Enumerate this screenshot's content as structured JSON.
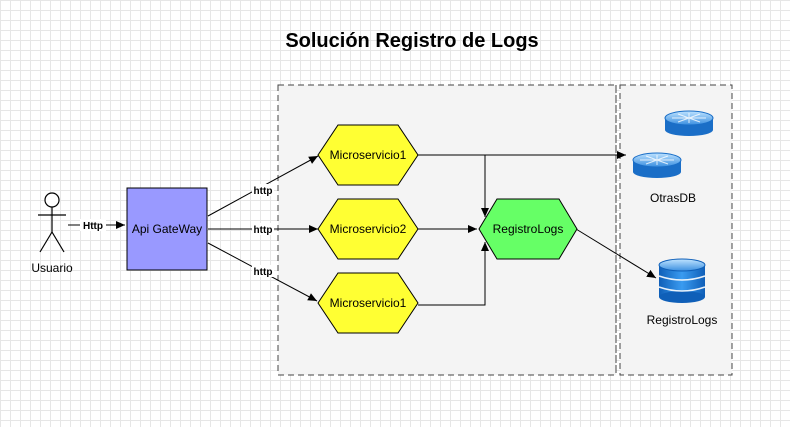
{
  "title": "Solución Registro de Logs",
  "actor": {
    "label": "Usuario"
  },
  "gateway": {
    "label": "Api GateWay",
    "color": "#9999ff"
  },
  "microservices": [
    {
      "label": "Microservicio1"
    },
    {
      "label": "Microservicio2"
    },
    {
      "label": "Microservicio1"
    }
  ],
  "registro": {
    "label": "RegistroLogs",
    "color": "#66ff66"
  },
  "microservice_color": "#ffff33",
  "databases": {
    "otras": {
      "label": "OtrasDB",
      "icon": "database-server-icon"
    },
    "registro": {
      "label": "RegistroLogs",
      "icon": "database-icon"
    }
  },
  "edges": {
    "user_to_gateway": "Http",
    "gateway_to_ms1": "http",
    "gateway_to_ms2": "http",
    "gateway_to_ms3": "http"
  }
}
